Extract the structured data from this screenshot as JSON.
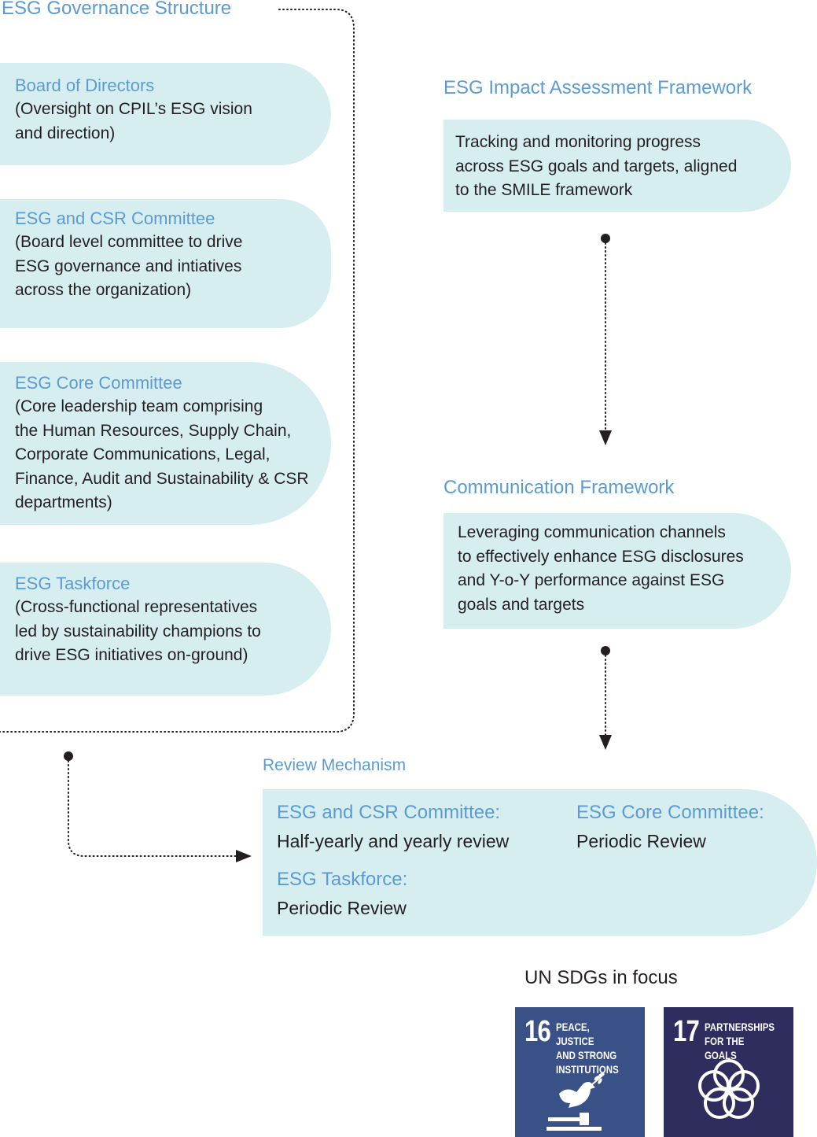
{
  "governance": {
    "title": "ESG Governance Structure",
    "items": [
      {
        "title": "Board of Directors",
        "desc": "(Oversight on CPIL’s ESG vision\nand direction)"
      },
      {
        "title": "ESG and CSR Committee",
        "desc": "(Board level committee to drive\nESG governance and intiatives\nacross the organization)"
      },
      {
        "title": "ESG Core Committee",
        "desc": "(Core leadership team comprising\nthe Human Resources, Supply Chain,\nCorporate Communications, Legal,\nFinance, Audit and Sustainability & CSR\ndepartments)"
      },
      {
        "title": "ESG Taskforce",
        "desc": "(Cross-functional representatives\nled by sustainability champions to\ndrive ESG initiatives on-ground)"
      }
    ]
  },
  "impact": {
    "title": "ESG Impact Assessment Framework",
    "desc": "Tracking and monitoring progress\nacross ESG goals and targets, aligned\nto the SMILE framework"
  },
  "communication": {
    "title": "Communication Framework",
    "desc": "Leveraging communication channels\nto effectively enhance ESG disclosures\nand Y-o-Y performance against ESG\ngoals and targets"
  },
  "review": {
    "title": "Review Mechanism",
    "entries": [
      {
        "heading": "ESG and CSR Committee:",
        "value": "Half-yearly and yearly review"
      },
      {
        "heading": "ESG Core Committee:",
        "value": "Periodic Review"
      },
      {
        "heading": "ESG Taskforce:",
        "value": "Periodic Review"
      }
    ]
  },
  "sdgs": {
    "title": "UN SDGs in focus",
    "goals": [
      {
        "number": "16",
        "label": "PEACE, JUSTICE\nAND STRONG\nINSTITUTIONS",
        "color": "#3a5187",
        "icon": "dove-gavel-icon"
      },
      {
        "number": "17",
        "label": "PARTNERSHIPS\nFOR THE GOALS",
        "color": "#2f2c5e",
        "icon": "interlocking-rings-icon"
      }
    ]
  },
  "colors": {
    "accent": "#5b9bd1",
    "pill": "#d7eef1",
    "text": "#231f20"
  }
}
